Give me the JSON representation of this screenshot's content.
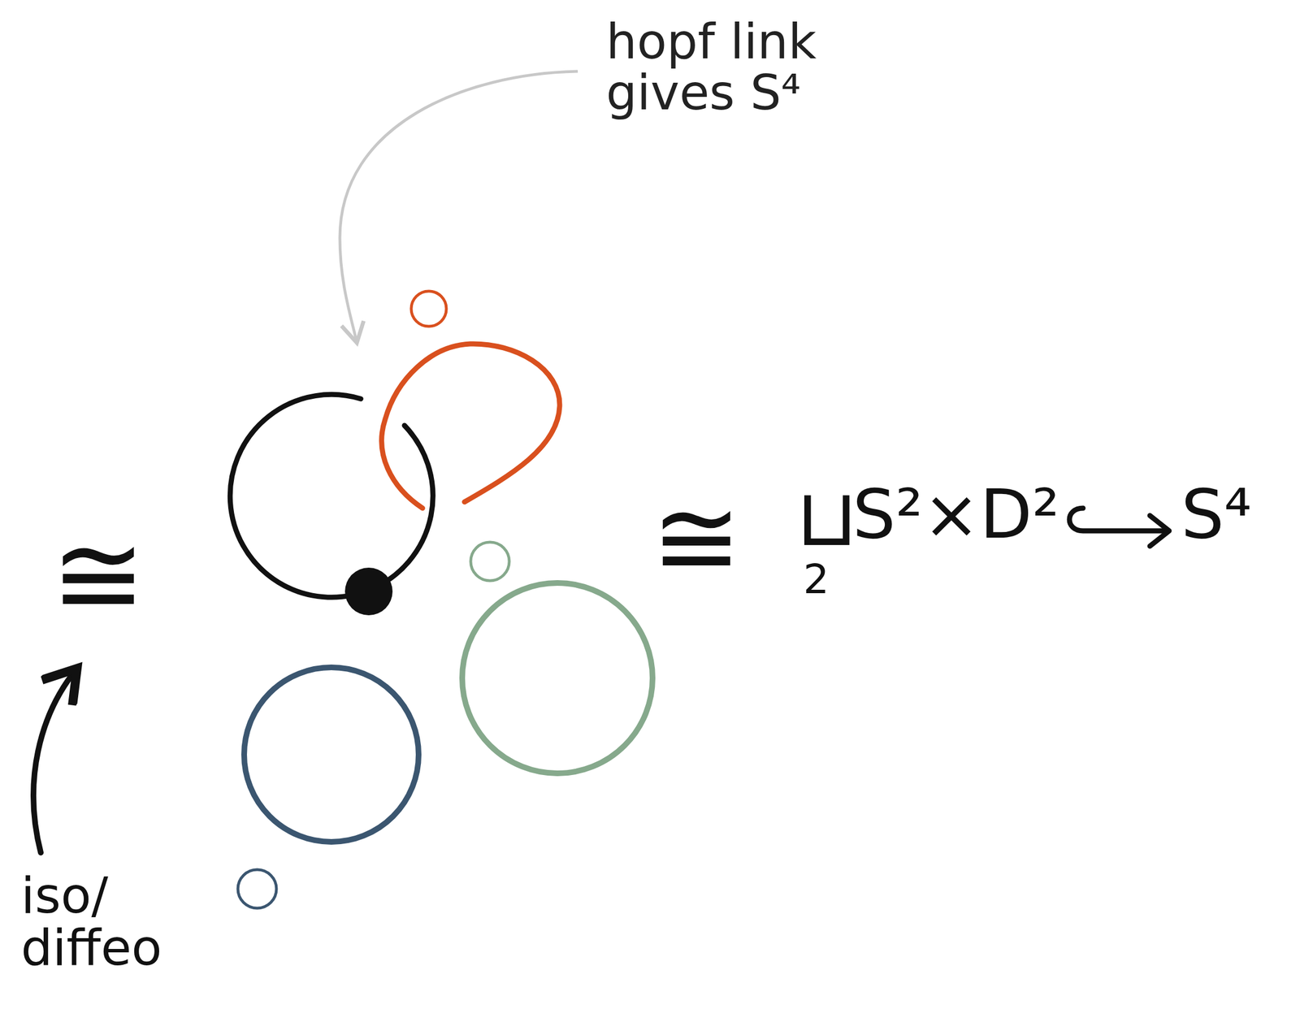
{
  "diagram": {
    "labels": [
      "hopf link gives S⁴",
      "≅",
      "≅",
      "⊔",
      "2",
      "S²×D²",
      "S⁴",
      "iso/ diffeo"
    ]
  }
}
